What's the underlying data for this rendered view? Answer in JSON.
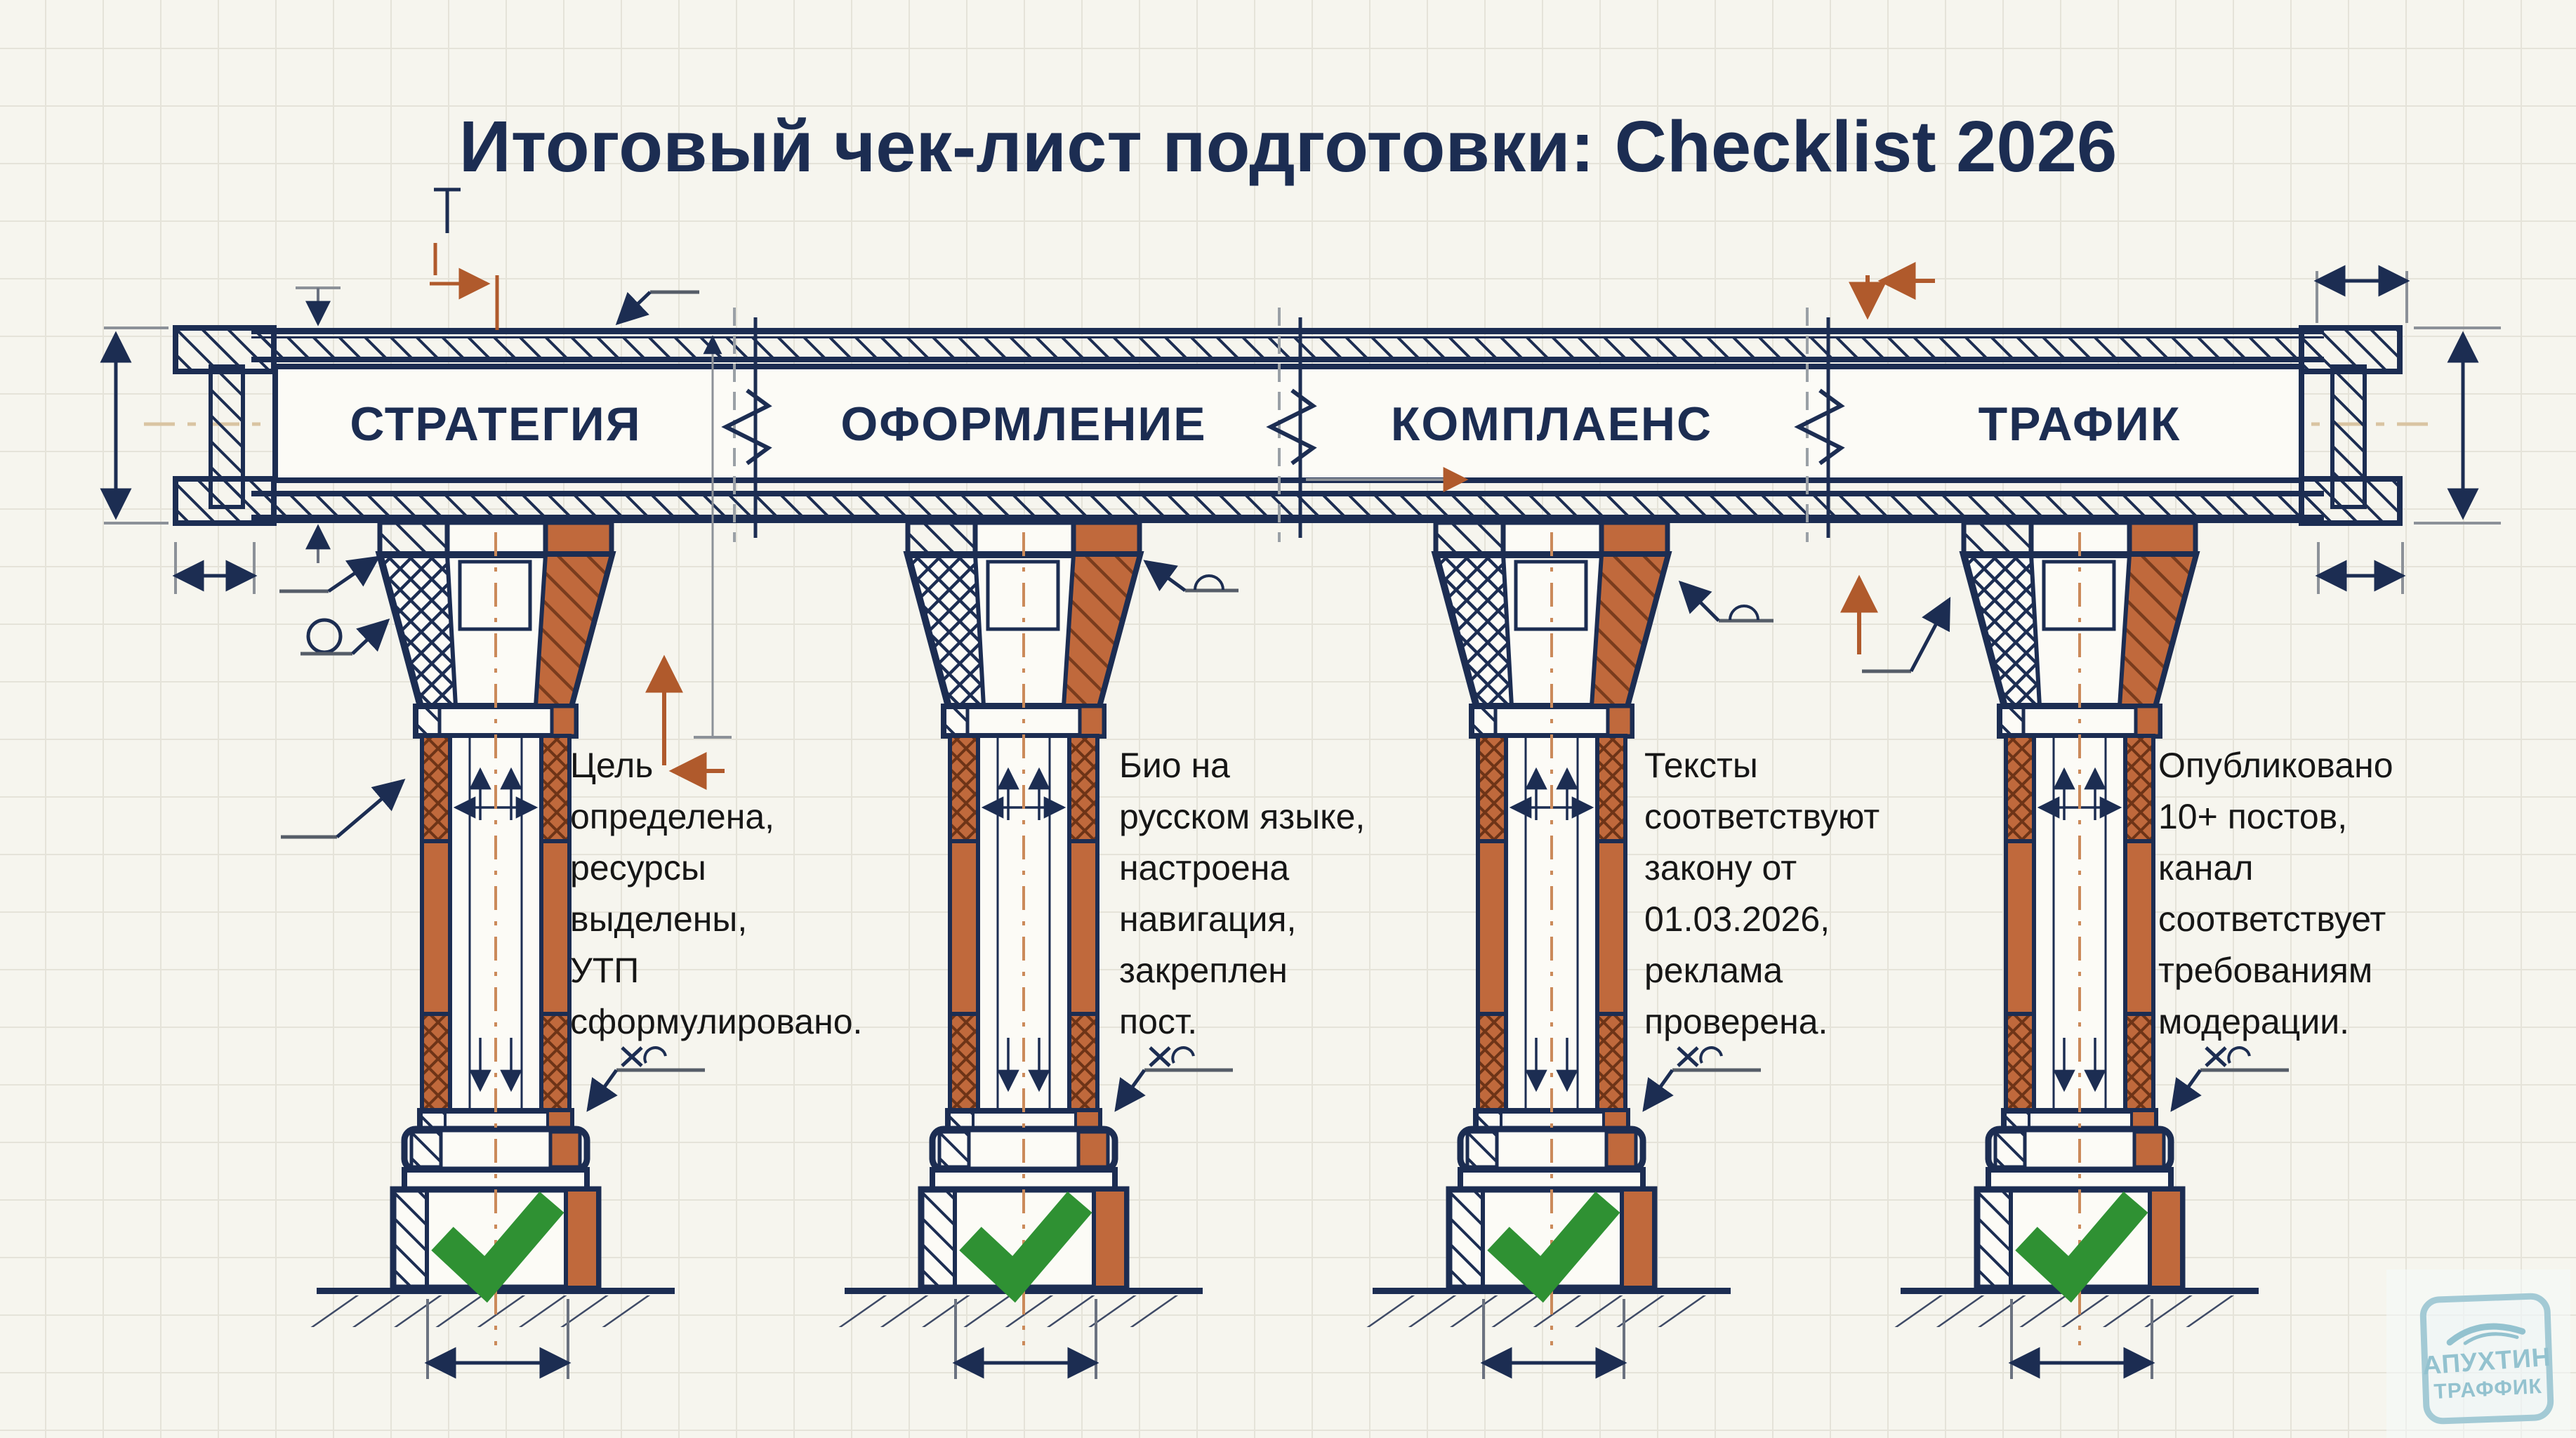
{
  "title": "Итоговый чек-лист подготовки: Checklist 2026",
  "columns": [
    {
      "label": "СТРАТЕГИЯ",
      "description": "Цель\nопределена,\nресурсы\nвыделены,\nУТП\nсформулировано.",
      "status_icon": "checkmark-icon"
    },
    {
      "label": "ОФОРМЛЕНИЕ",
      "description": "Био на\nрусском языке,\nнастроена\nнавигация,\nзакреплен\nпост.",
      "status_icon": "checkmark-icon"
    },
    {
      "label": "КОМПЛАЕНС",
      "description": "Тексты\nсоответствуют\nзакону от\n01.03.2026,\nреклама\nпроверена.",
      "status_icon": "checkmark-icon"
    },
    {
      "label": "ТРАФИК",
      "description": "Опубликовано\n10+ постов,\nканал\nсоответствует\nтребованиям\nмодерации.",
      "status_icon": "checkmark-icon"
    }
  ],
  "watermark": {
    "line1": "АПУХТИН",
    "line2": "ТРАФФИК"
  },
  "colors": {
    "navy": "#1c2d52",
    "rust_orange": "#c0693c",
    "arrow_orange": "#b05a2c",
    "check_green": "#2f9133",
    "background": "#f6f5ee",
    "watermark_blue": "#93c2cf"
  }
}
